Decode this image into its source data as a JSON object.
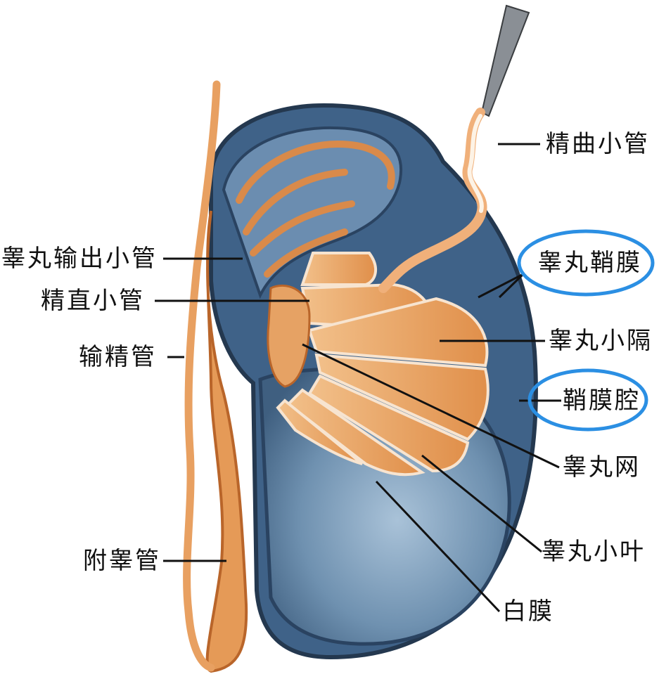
{
  "labels": {
    "seminiferous_tubule": "精曲小管",
    "efferent_ductules": "睾丸输出小管",
    "straight_tubules": "精直小管",
    "vas_deferens": "输精管",
    "tunica_vaginalis": "睾丸鞘膜",
    "septa": "睾丸小隔",
    "vaginal_cavity": "鞘膜腔",
    "rete_testis": "睾丸网",
    "lobules": "睾丸小叶",
    "tunica_albuginea": "白膜",
    "epididymal_duct": "附睾管"
  },
  "colors": {
    "outer_sac": "#5b7e9f",
    "tunica_dark": "#2d4560",
    "albuginea": "#8eaac6",
    "tubule_orange": "#e39a55",
    "tubule_dark": "#b9652a",
    "highlight_circle": "#2b8fe3",
    "leader_line": "#111111"
  }
}
